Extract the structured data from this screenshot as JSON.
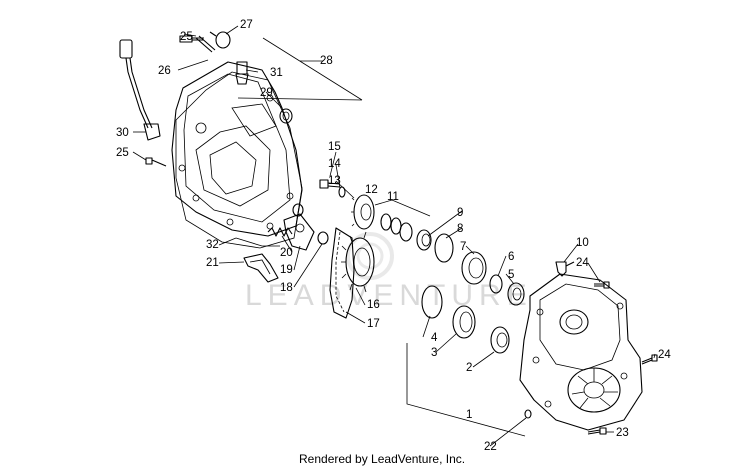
{
  "diagram": {
    "watermark": "LEADVENTURE",
    "credit": "Rendered by LeadVenture, Inc.",
    "part_numbers": {
      "p1": "1",
      "p2": "2",
      "p3": "3",
      "p4": "4",
      "p5": "5",
      "p6": "6",
      "p7": "7",
      "p8": "8",
      "p9": "9",
      "p10": "10",
      "p11": "11",
      "p12": "12",
      "p13": "13",
      "p14": "14",
      "p15": "15",
      "p16": "16",
      "p17": "17",
      "p18": "18",
      "p19": "19",
      "p20": "20",
      "p21": "21",
      "p22": "22",
      "p23": "23",
      "p24a": "24",
      "p24b": "24",
      "p25a": "25",
      "p25b": "25",
      "p26": "26",
      "p27": "27",
      "p28": "28",
      "p29": "29",
      "p30": "30",
      "p31": "31",
      "p32": "32"
    }
  }
}
